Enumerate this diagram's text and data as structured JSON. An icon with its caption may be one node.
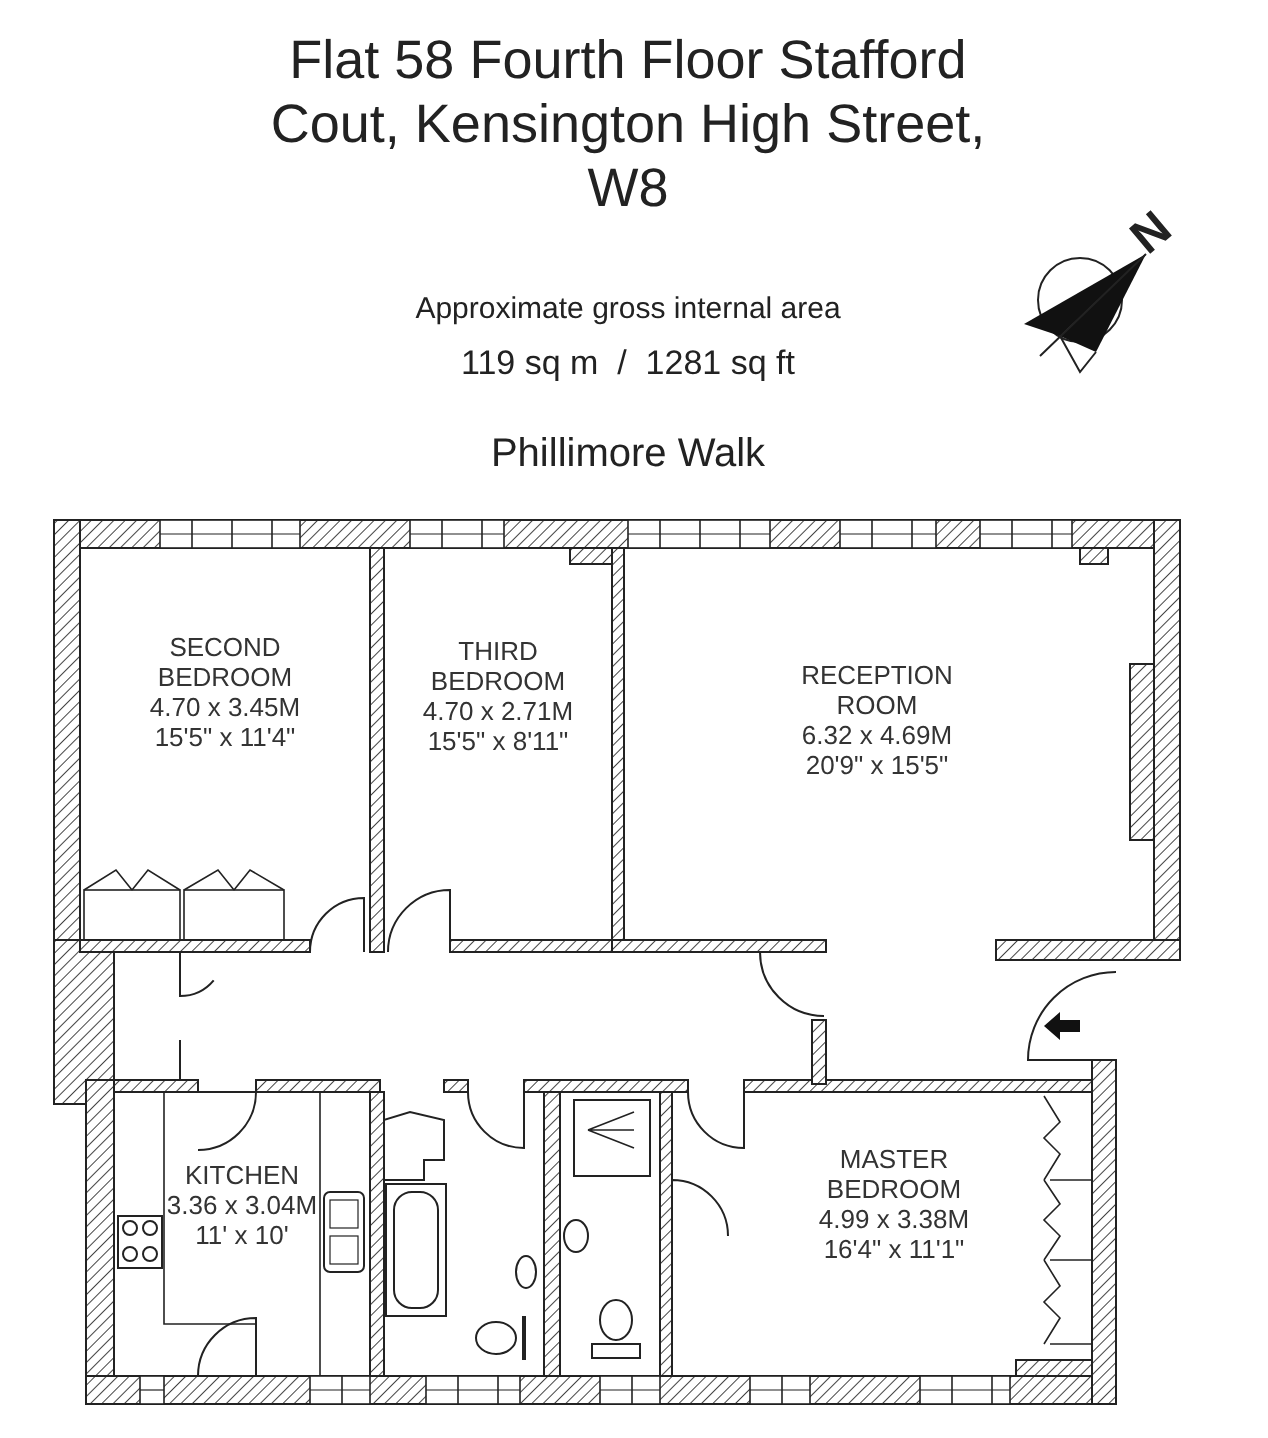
{
  "diagram": {
    "title": "Flat 58 Fourth Floor Stafford Cout, Kensington High Street, W8",
    "nodes": [
      {
        "text": [
          "SECOND BEDROOM",
          "4.70 x 3.45M",
          "15'5\" x 11'4\""
        ]
      },
      {
        "text": [
          "THIRD BEDROOM",
          "4.70 x 2.71M",
          "15'5\" x 8'11\""
        ]
      },
      {
        "text": [
          "RECEPTION ROOM",
          "6.32 x 4.69M",
          "20'9\" x 15'5\""
        ]
      },
      {
        "text": [
          "KITCHEN",
          "3.36 x 3.04M",
          "11' x 10'"
        ]
      },
      {
        "text": [
          "MASTER BEDROOM",
          "4.99 x 3.38M",
          "16'4\" x 11'1\""
        ]
      }
    ],
    "labels": [
      "Approximate gross internal area",
      "119 sq m  /  1281 sq ft",
      "N",
      "Phillimore Walk"
    ]
  }
}
